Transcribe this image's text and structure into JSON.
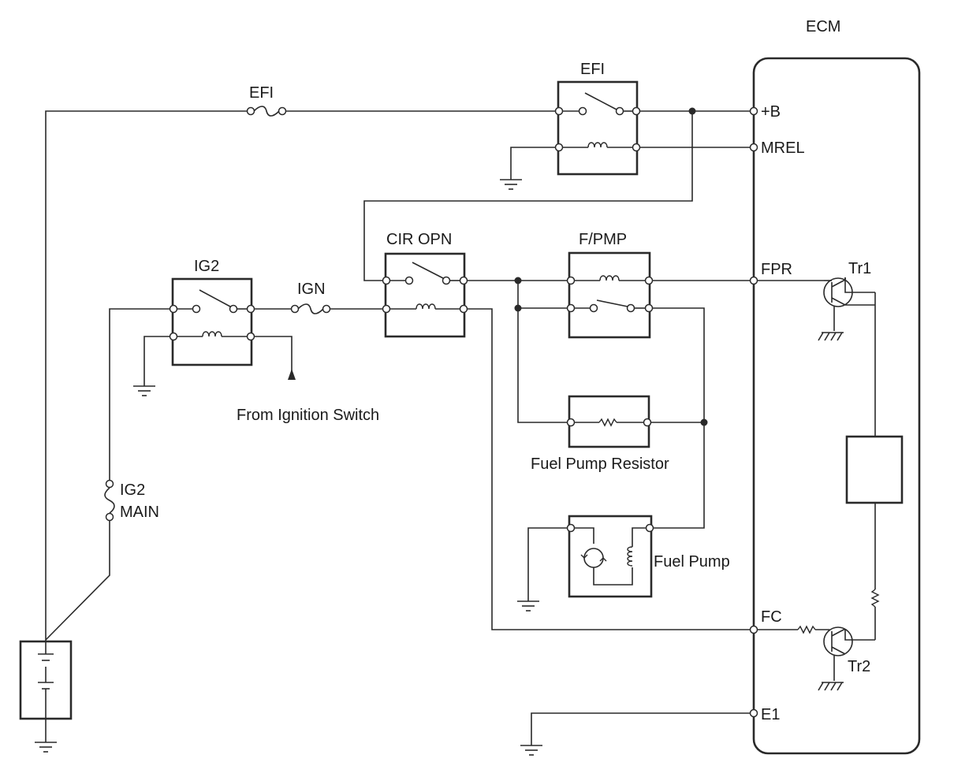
{
  "labels": {
    "ecm": "ECM",
    "efi_fuse": "EFI",
    "efi_relay": "EFI",
    "pin_b": "+B",
    "pin_mrel": "MREL",
    "pin_fpr": "FPR",
    "pin_fc": "FC",
    "pin_e1": "E1",
    "ig2_relay": "IG2",
    "ign_fuse": "IGN",
    "cir_opn_relay": "CIR OPN",
    "fpmp_relay": "F/PMP",
    "from_ignition_switch": "From Ignition Switch",
    "fuel_pump_resistor": "Fuel Pump Resistor",
    "fuel_pump": "Fuel Pump",
    "ig2_main_line1": "IG2",
    "ig2_main_line2": "MAIN",
    "tr1": "Tr1",
    "tr2": "Tr2"
  },
  "colors": {
    "line": "#2a2a2a",
    "background": "#ffffff",
    "text": "#1a1a1a"
  }
}
